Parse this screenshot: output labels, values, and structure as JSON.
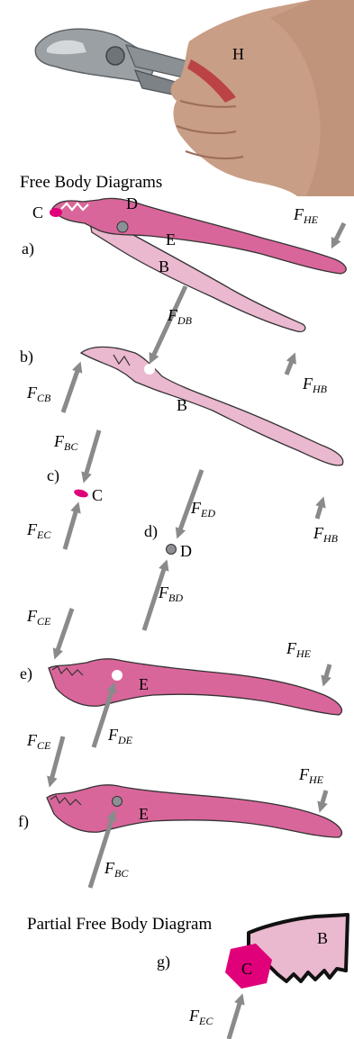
{
  "photo": {
    "label": "H"
  },
  "headings": {
    "free_body": "Free Body Diagrams",
    "partial": "Partial Free Body Diagram"
  },
  "panel_letters": {
    "a": "a)",
    "b": "b)",
    "c": "c)",
    "d": "d)",
    "e": "e)",
    "f": "f)",
    "g": "g)"
  },
  "point_labels": {
    "C": "C",
    "D": "D",
    "E": "E",
    "B": "B"
  },
  "forces": {
    "HE": {
      "main": "F",
      "sub": "HE"
    },
    "DB": {
      "main": "F",
      "sub": "DB"
    },
    "CB": {
      "main": "F",
      "sub": "CB"
    },
    "HB": {
      "main": "F",
      "sub": "HB"
    },
    "BC": {
      "main": "F",
      "sub": "BC"
    },
    "EC": {
      "main": "F",
      "sub": "EC"
    },
    "ED": {
      "main": "F",
      "sub": "ED"
    },
    "BD": {
      "main": "F",
      "sub": "BD"
    },
    "CE": {
      "main": "F",
      "sub": "CE"
    },
    "DE": {
      "main": "F",
      "sub": "DE"
    }
  },
  "colors": {
    "handle_E": "#d9669a",
    "handle_B": "#eab8cf",
    "jaw_C": "#e0007a",
    "arrow": "#8a8a8a",
    "pin": "#8e8e96",
    "skin": "#c89e86",
    "metal": "#8f9498"
  }
}
